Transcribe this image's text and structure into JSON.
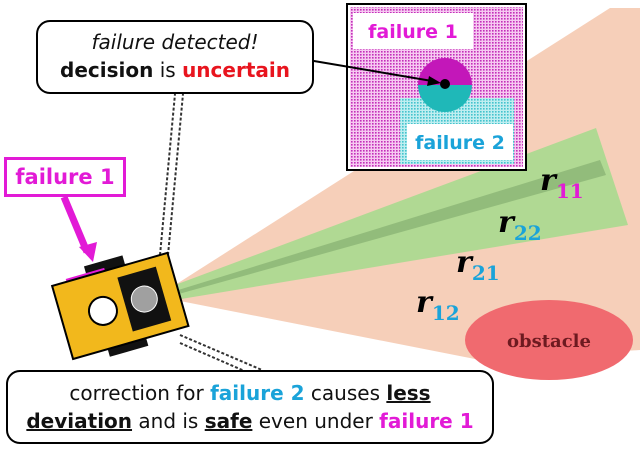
{
  "callouts": {
    "top": {
      "line1": "failure detected!",
      "line2_bold": "decision",
      "line2_mid": " is ",
      "line2_red": "uncertain"
    },
    "bottom": {
      "p1": "correction for ",
      "p2_cyan": "failure 2",
      "p3": " causes ",
      "p4_u": "less",
      "p5_u": "deviation",
      "p6": " and is ",
      "p7_u": "safe",
      "p8": " even under ",
      "p9_mag": "failure 1"
    }
  },
  "robot_tag": "failure 1",
  "inset": {
    "label_failure1": "failure 1",
    "label_failure2": "failure 2"
  },
  "trajectories": [
    {
      "base": "r",
      "sub": "11",
      "sub_color": "#e21ad6"
    },
    {
      "base": "r",
      "sub": "22",
      "sub_color": "#1aa3d9"
    },
    {
      "base": "r",
      "sub": "21",
      "sub_color": "#1aa3d9"
    },
    {
      "base": "r",
      "sub": "12",
      "sub_color": "#1aa3d9"
    }
  ],
  "obstacle": "obstacle",
  "colors": {
    "magenta": "#e21ad6",
    "cyan": "#1aa3d9",
    "red": "#e8141e",
    "robot": "#f2b81c",
    "obstacle": "#f06a6f",
    "green_band": "#8cd37a",
    "orange_band": "#f3b89a"
  }
}
